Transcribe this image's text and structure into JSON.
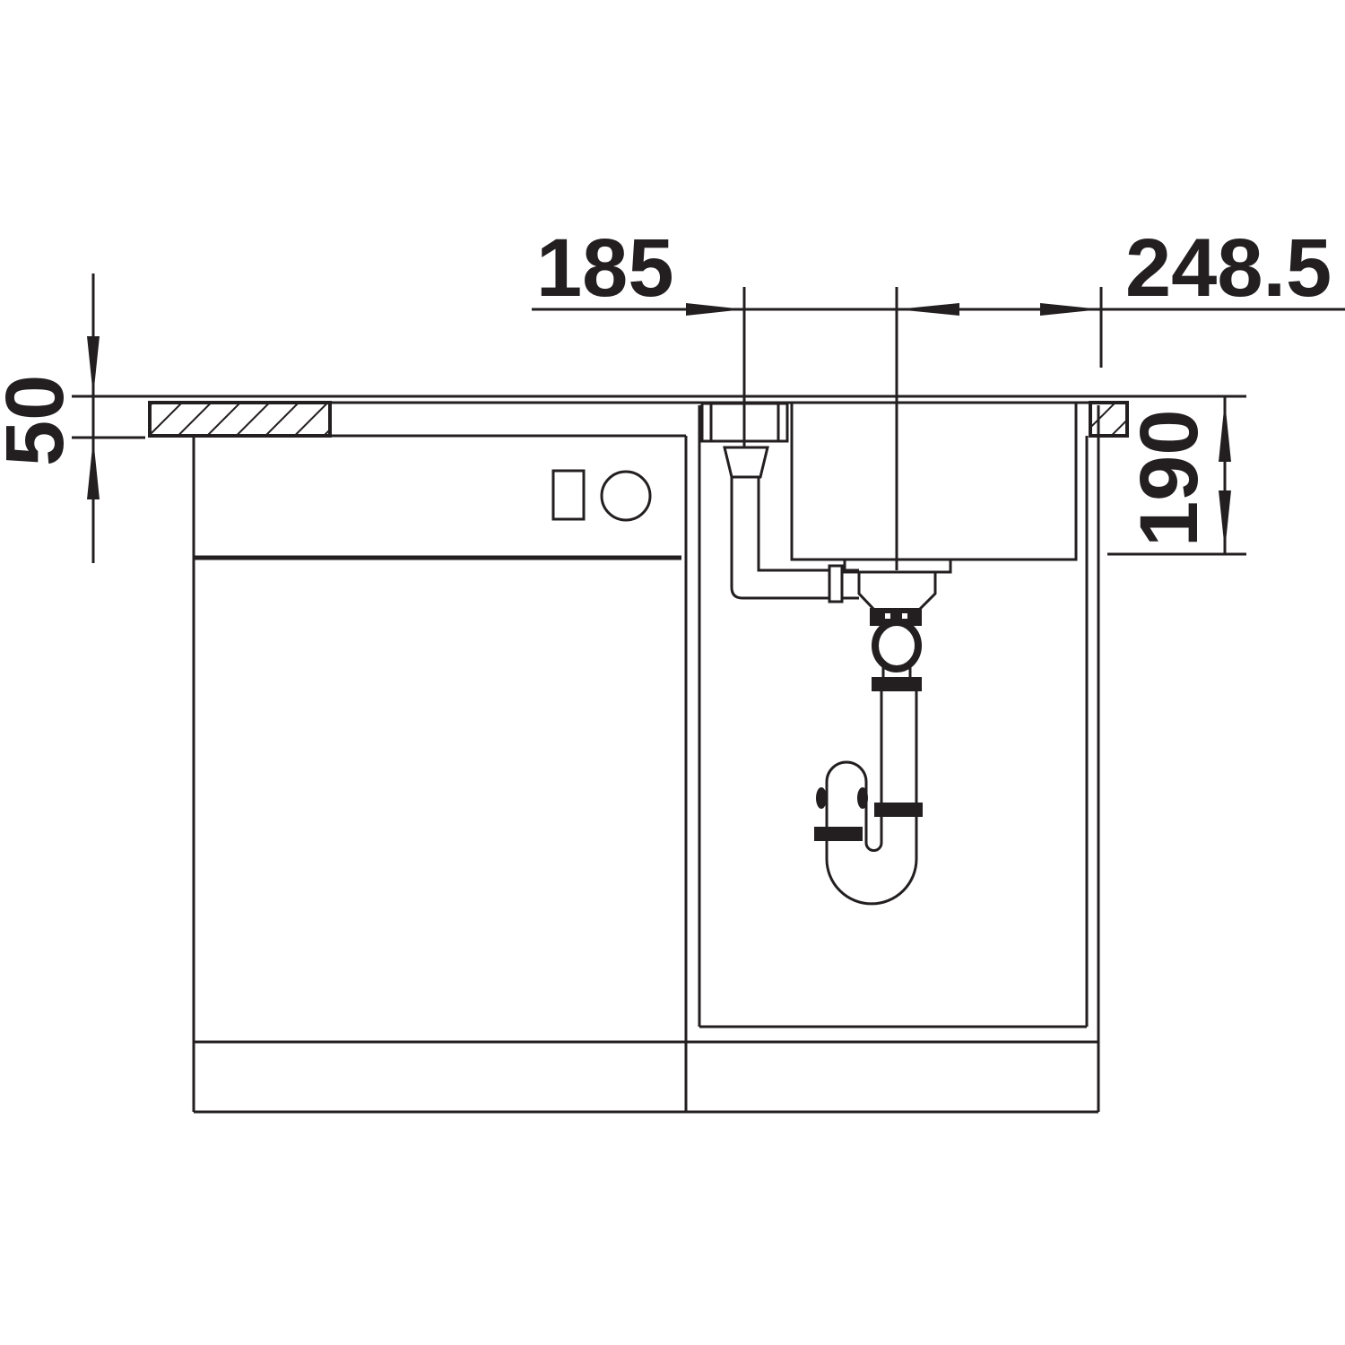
{
  "drawing": {
    "dimensions": {
      "offset_left": "185",
      "offset_right": "248.5",
      "countertop_thickness": "50",
      "bowl_depth": "190"
    },
    "colors": {
      "line": "#231f20",
      "background": "#ffffff"
    }
  }
}
